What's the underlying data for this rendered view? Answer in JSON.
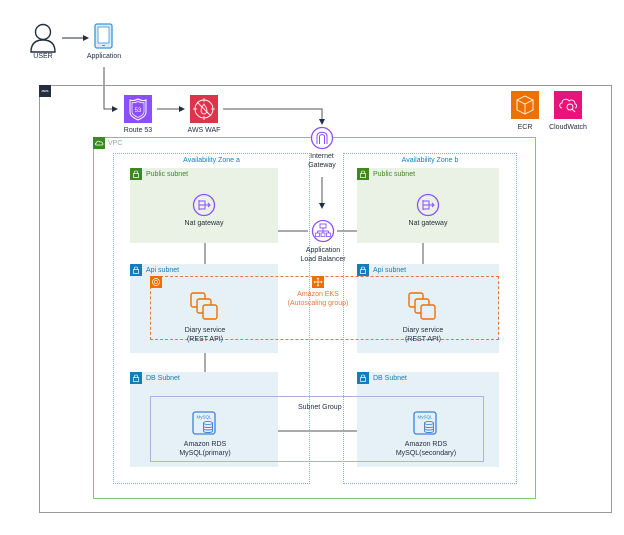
{
  "external": {
    "user_label": "USER",
    "application_label": "Application"
  },
  "aws_cloud": {
    "logo_text": "aws"
  },
  "edge_services": [
    {
      "label": "Route 53",
      "badge": "53",
      "color": "#8c4fff"
    },
    {
      "label": "AWS WAF",
      "color": "#dd344c"
    }
  ],
  "shared_services": [
    {
      "label": "ECR",
      "color": "#ed7100"
    },
    {
      "label": "CloudWatch",
      "color": "#e7157b"
    }
  ],
  "vpc": {
    "label": "VPC",
    "internet_gateway_label": "Internet\nGateway",
    "internet_gateway_lines": [
      "Internet",
      "Gateway"
    ],
    "alb_lines": [
      "Application",
      "Load Balancer"
    ],
    "eks_lines": [
      "Amazon EKS",
      "(Autoscaling group)"
    ],
    "subnet_group_label": "Subnet Group",
    "zones": [
      {
        "label": "Availability Zone a",
        "public_subnet": {
          "label": "Public subnet",
          "nat_label": "Nat gateway"
        },
        "api_subnet": {
          "label": "Api subnet",
          "service_lines": [
            "Diary service",
            "(REST API)"
          ]
        },
        "db_subnet": {
          "label": "DB Subnet",
          "db_lines": [
            "Amazon RDS",
            "MySQL(primary)"
          ],
          "db_icon_text": "MySQL"
        }
      },
      {
        "label": "Availability Zone b",
        "public_subnet": {
          "label": "Public subnet",
          "nat_label": "Nat gateway"
        },
        "api_subnet": {
          "label": "Api subnet",
          "service_lines": [
            "Diary service",
            "(REST API)"
          ]
        },
        "db_subnet": {
          "label": "DB Subnet",
          "db_lines": [
            "Amazon RDS",
            "MySQL(secondary)"
          ],
          "db_icon_text": "MySQL"
        }
      }
    ]
  },
  "colors": {
    "public_subnet": "#3f8624",
    "private_subnet": "#147eba",
    "network_purple": "#8c4fff",
    "compute_orange": "#ed7100",
    "database_blue": "#3b48cc"
  }
}
